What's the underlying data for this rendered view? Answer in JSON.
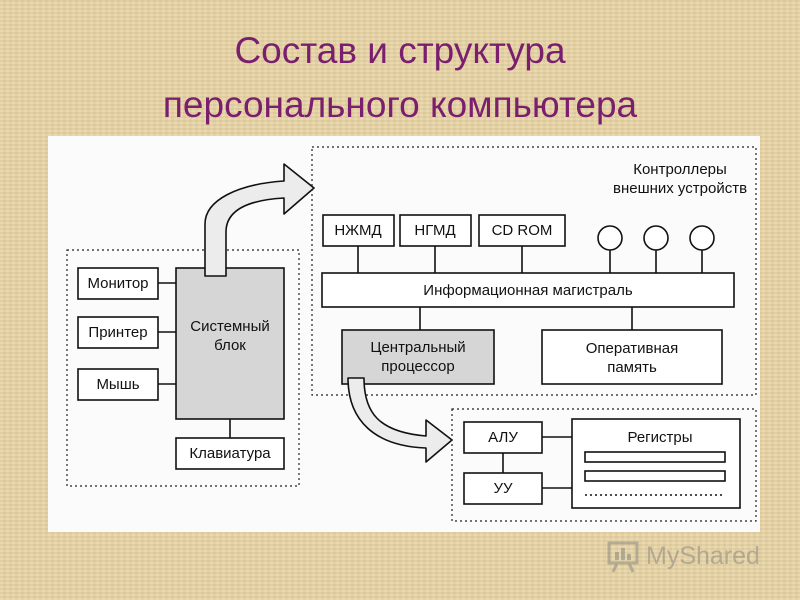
{
  "title": {
    "line1": "Состав и структура",
    "line2": "персонального компьютера"
  },
  "diagram": {
    "peripherals": [
      "Монитор",
      "Принтер",
      "Мышь"
    ],
    "system_unit": [
      "Системный",
      "блок"
    ],
    "keyboard": "Клавиатура",
    "controllers_label": [
      "Контроллеры",
      "внешних устройств"
    ],
    "drives": [
      "НЖМД",
      "НГМД",
      "CD ROM"
    ],
    "bus": "Информационная магистраль",
    "cpu": [
      "Центральный",
      "процессор"
    ],
    "ram": [
      "Оперативная",
      "память"
    ],
    "alu": "АЛУ",
    "cu": "УУ",
    "registers": "Регистры"
  },
  "watermark": {
    "text": "MyShared"
  },
  "colors": {
    "title": "#7a1f6e",
    "background": "#e8d4a4"
  }
}
